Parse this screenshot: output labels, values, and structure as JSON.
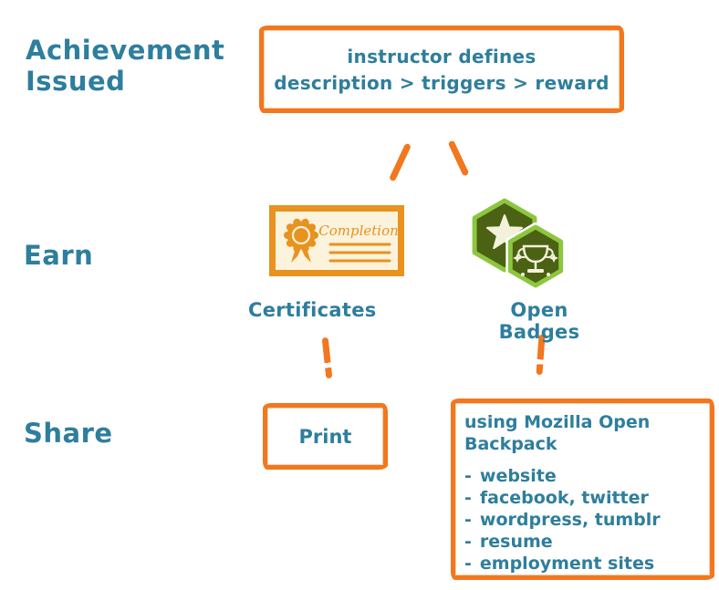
{
  "palette": {
    "teal_text": "#2E7E9D",
    "orange_accent": "#F2771E",
    "certificate_orange": "#E8921F",
    "certificate_cream": "#FBF3DC",
    "badge_border_green": "#8DC63F",
    "badge_fill_olive": "#4B6113",
    "badge_cream": "#F2F2DA"
  },
  "stages": {
    "issued_label": "Achievement Issued",
    "earn_label": "Earn",
    "share_label": "Share"
  },
  "definition_box": {
    "line1": "instructor defines",
    "line2": "description > triggers > reward"
  },
  "earn": {
    "certificates": {
      "label": "Certificates",
      "certificate_text": "Completion"
    },
    "open_badges": {
      "label": "Open Badges"
    }
  },
  "share": {
    "print_box": {
      "label": "Print"
    },
    "backpack_box": {
      "heading": "using Mozilla Open Backpack",
      "bullet": "-",
      "items": [
        "website",
        "facebook, twitter",
        "wordpress, tumblr",
        "resume",
        "employment sites"
      ]
    }
  }
}
